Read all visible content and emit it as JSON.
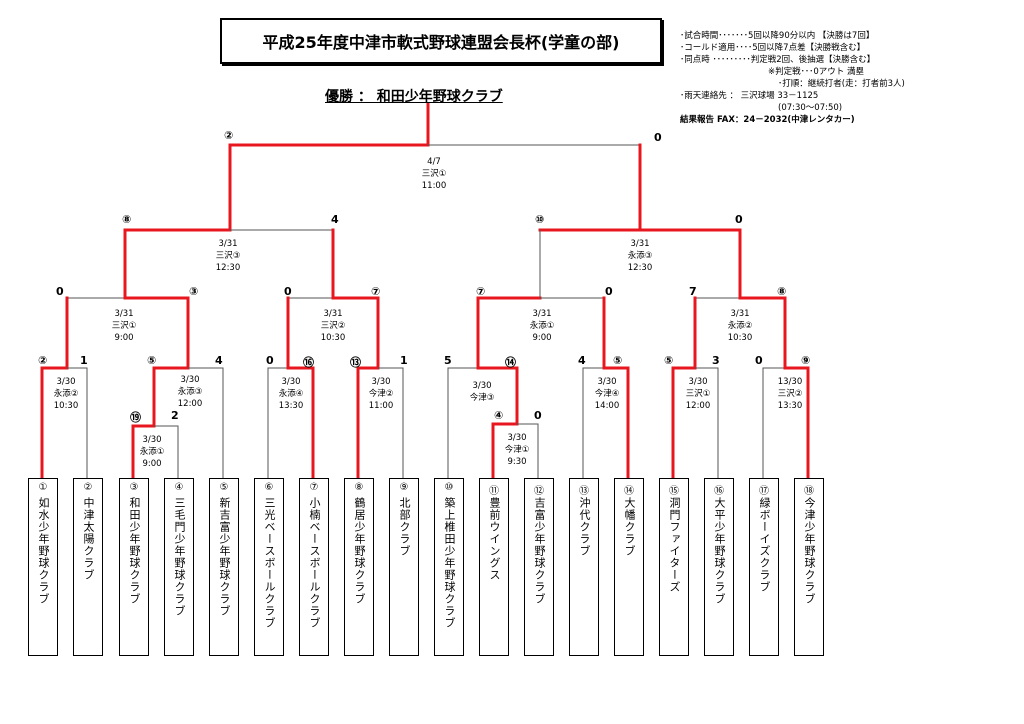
{
  "title": "平成25年度中津市軟式野球連盟会長杯(学童の部)",
  "winner": {
    "label": "優勝 ： 和田少年野球クラブ"
  },
  "notes": {
    "l1": "･試合時間･･･････5回以降90分以内 【決勝は7回】",
    "l2": "･コールド適用････5回以降7点差【決勝戦含む】",
    "l3": "･同点時 ･････････判定戦2回、後抽選【決勝含む】",
    "l4": "※判定戦･･･0アウト 満塁",
    "l5": "･打順：継続打者(走：打者前3人)",
    "l6": "･雨天連絡先 ： 三沢球場 33－1125",
    "l7": "(07:30～07:50)",
    "l8": "結果報告 FAX：24－2032(中津レンタカー)"
  },
  "teams": [
    {
      "num": "①",
      "name": "如水少年野球クラブ"
    },
    {
      "num": "②",
      "name": "中津太陽クラブ"
    },
    {
      "num": "③",
      "name": "和田少年野球クラブ"
    },
    {
      "num": "④",
      "name": "三毛門少年野球クラブ"
    },
    {
      "num": "⑤",
      "name": "新吉富少年野球クラブ"
    },
    {
      "num": "⑥",
      "name": "三光ベースボールクラブ"
    },
    {
      "num": "⑦",
      "name": "小楠ベースボールクラブ"
    },
    {
      "num": "⑧",
      "name": "鶴居少年野球クラブ"
    },
    {
      "num": "⑨",
      "name": "北部クラブ"
    },
    {
      "num": "⑩",
      "name": "築上椎田少年野球クラブ"
    },
    {
      "num": "⑪",
      "name": "豊前ウイングス"
    },
    {
      "num": "⑫",
      "name": "吉富少年野球クラブ"
    },
    {
      "num": "⑬",
      "name": "沖代クラブ"
    },
    {
      "num": "⑭",
      "name": "大幡クラブ"
    },
    {
      "num": "⑮",
      "name": "洞門ファイターズ"
    },
    {
      "num": "⑯",
      "name": "大平少年野球クラブ"
    },
    {
      "num": "⑰",
      "name": "緑ボーイズクラブ"
    },
    {
      "num": "⑱",
      "name": "今津少年野球クラブ"
    }
  ],
  "matches": {
    "final": {
      "date": "4/7",
      "venue": "三沢①",
      "time": "11:00"
    },
    "sf1": {
      "date": "3/31",
      "venue": "三沢③",
      "time": "12:30"
    },
    "sf2": {
      "date": "3/31",
      "venue": "永添③",
      "time": "12:30"
    },
    "qf1": {
      "date": "3/31",
      "venue": "三沢①",
      "time": "9:00"
    },
    "qf2": {
      "date": "3/31",
      "venue": "三沢②",
      "time": "10:30"
    },
    "qf3": {
      "date": "3/31",
      "venue": "永添①",
      "time": "9:00"
    },
    "qf4": {
      "date": "3/31",
      "venue": "永添②",
      "time": "10:30"
    },
    "r1a": {
      "date": "3/30",
      "venue": "永添②",
      "time": "10:30"
    },
    "r1b": {
      "date": "3/30",
      "venue": "永添③",
      "time": "12:00"
    },
    "r1c": {
      "date": "3/30",
      "venue": "永添④",
      "time": "13:30"
    },
    "r1d": {
      "date": "3/30",
      "venue": "今津②",
      "time": "11:00"
    },
    "r1e": {
      "date": "3/30",
      "venue": "今津③",
      "time": ""
    },
    "r1f": {
      "date": "3/30",
      "venue": "今津④",
      "time": "14:00"
    },
    "r1g": {
      "date": "3/30",
      "venue": "三沢①",
      "time": "12:00"
    },
    "r1h": {
      "date": "13/30",
      "venue": "三沢②",
      "time": "13:30"
    },
    "p1": {
      "date": "3/30",
      "venue": "永添①",
      "time": "9:00"
    },
    "p2": {
      "date": "3/30",
      "venue": "今津①",
      "time": "9:30"
    }
  },
  "scores": {
    "final_l": "②",
    "final_r": "0",
    "sf1_l": "⑧",
    "sf1_r": "4",
    "sf2_l": "⑩",
    "sf2_r": "0",
    "qf1_l": "0",
    "qf1_r": "③",
    "qf2_l": "0",
    "qf2_r": "⑦",
    "qf3_l": "⑦",
    "qf3_r": "0",
    "qf4_l": "7",
    "qf4_r": "⑧",
    "r1a_l": "②",
    "r1a_r": "1",
    "r1b_l": "⑤",
    "r1b_r": "4",
    "r1c_l": "0",
    "r1c_r": "⑯",
    "r1d_l": "⑬",
    "r1d_r": "1",
    "r1e_l": "5",
    "r1e_r": "⑭",
    "r1f_l": "4",
    "r1f_r": "⑤",
    "r1g_l": "⑤",
    "r1g_r": "3",
    "r1h_l": "0",
    "r1h_r": "⑨",
    "p1_l": "⑲",
    "p1_r": "2",
    "p2_l": "④",
    "p2_r": "0"
  },
  "colors": {
    "win": "#e8171f",
    "line": "#555555"
  }
}
